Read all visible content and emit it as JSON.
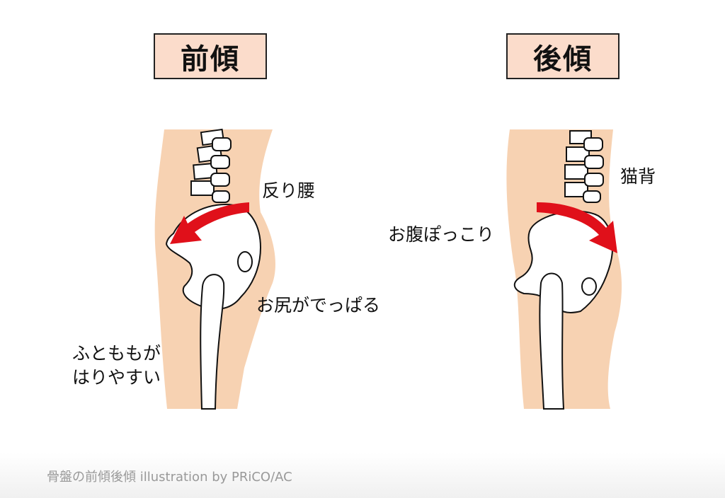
{
  "anterior": {
    "title": "前傾",
    "label_waist": "反り腰",
    "label_buttocks": "お尻がでっぱる",
    "label_thigh_line1": "ふとももが",
    "label_thigh_line2": "はりやすい"
  },
  "posterior": {
    "title": "後傾",
    "label_back": "猫背",
    "label_belly": "お腹ぽっこり"
  },
  "caption": "骨盤の前傾後傾 illustration by PRiCO/AC",
  "colors": {
    "skin": "#f7d2b2",
    "arrow": "#e0101a",
    "title_fill": "#fbdccb"
  }
}
